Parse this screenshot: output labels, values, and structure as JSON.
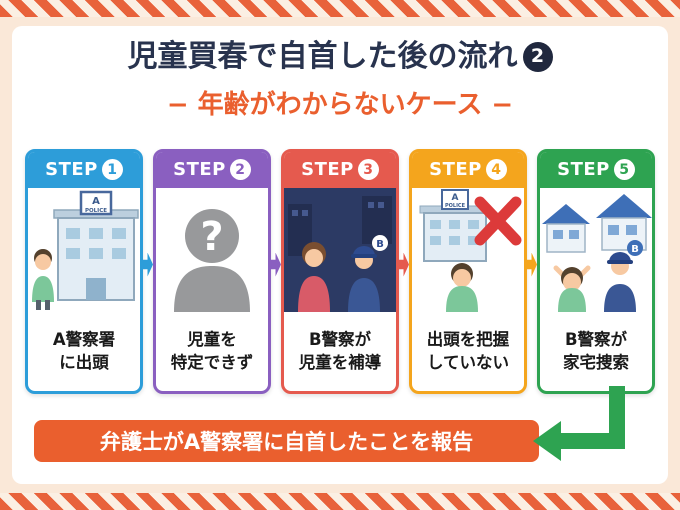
{
  "page": {
    "background": "#FAE8D8",
    "stripe_color": "#E8623B",
    "stripe_alt_color": "#FBEFE3",
    "card_background": "#FFFFFF"
  },
  "header": {
    "title": "児童買春で自首した後の流れ",
    "title_badge": "2",
    "title_color": "#28334E",
    "subtitle": "− 年齢がわからないケース −",
    "subtitle_color": "#EA5F2E"
  },
  "steps": [
    {
      "label": "STEP",
      "number": "1",
      "color": "#2D9DD9",
      "caption": "A警察署\nに出頭",
      "illustration": {
        "name": "person-entering-police-station",
        "building_sign": "A",
        "building_text": "POLICE"
      }
    },
    {
      "label": "STEP",
      "number": "2",
      "color": "#8A5FC0",
      "caption": "児童を\n特定できず",
      "illustration": {
        "name": "unidentified-child-silhouette",
        "question_mark": "?"
      }
    },
    {
      "label": "STEP",
      "number": "3",
      "color": "#E55A4E",
      "caption": "B警察が\n児童を補導",
      "illustration": {
        "name": "police-guiding-child-at-night",
        "hat_label": "B"
      }
    },
    {
      "label": "STEP",
      "number": "4",
      "color": "#F4A51D",
      "caption": "出頭を把握\nしていない",
      "illustration": {
        "name": "police-station-unaware-red-cross",
        "building_sign": "A",
        "building_text": "POLICE"
      }
    },
    {
      "label": "STEP",
      "number": "5",
      "color": "#2EA351",
      "caption": "B警察が\n家宅捜索",
      "illustration": {
        "name": "police-house-search",
        "hat_label": "B"
      }
    }
  ],
  "banner": {
    "text": "弁護士がA警察署に自首したことを報告",
    "background": "#EA5F2E",
    "text_color": "#FFFFFF"
  },
  "arrow": {
    "color": "#2EA351"
  }
}
